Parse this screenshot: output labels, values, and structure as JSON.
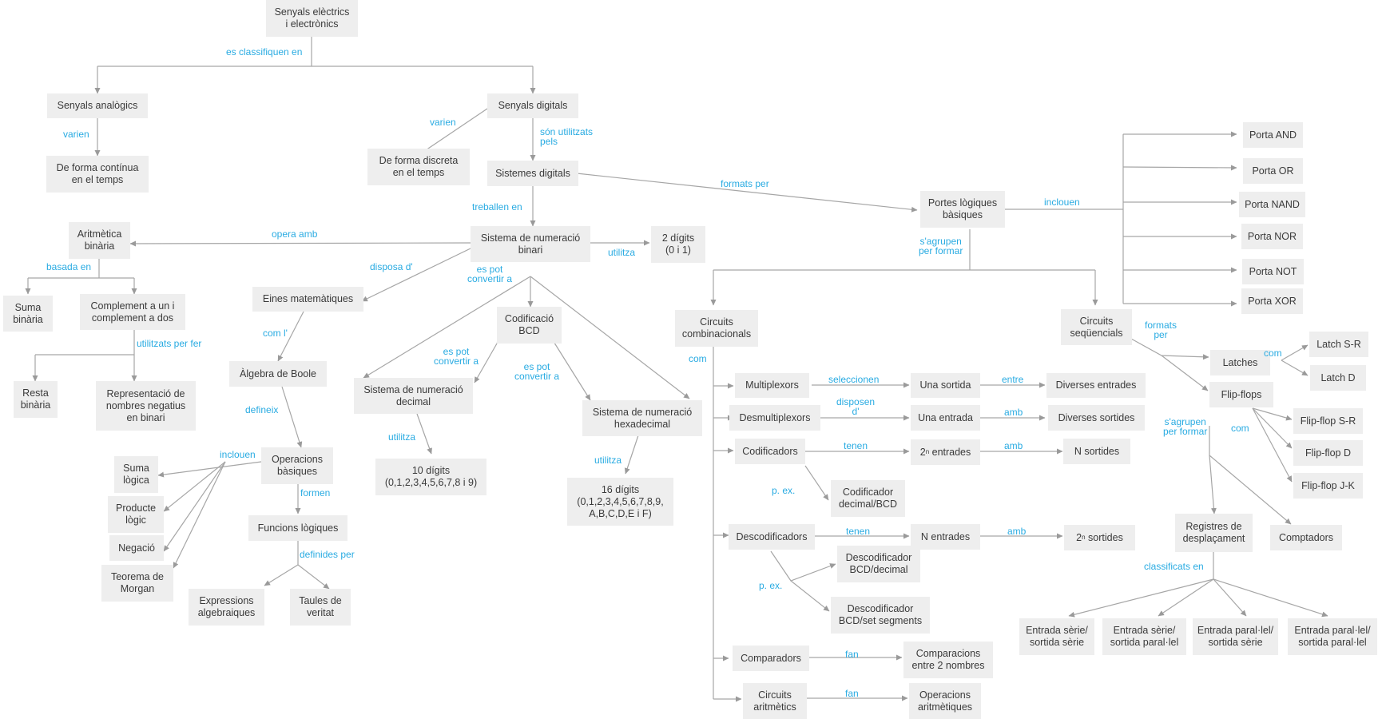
{
  "nodes": {
    "senyals": "Senyals elèctrics\ni electrònics",
    "analogics": "Senyals analògics",
    "digitals": "Senyals digitals",
    "continua": "De forma contínua\nen el temps",
    "discreta": "De forma discreta\nen el temps",
    "sistemes": "Sistemes digitals",
    "binari": "Sistema de numeració\nbinari",
    "dos_digits": "2 dígits\n(0 i 1)",
    "aritmetica": "Aritmètica\nbinària",
    "suma_bin": "Suma\nbinària",
    "complement": "Complement a un i\ncomplement a dos",
    "resta": "Resta\nbinària",
    "representacio": "Representació de\nnombres negatius\nen binari",
    "eines": "Eines matemàtiques",
    "boole": "Àlgebra de Boole",
    "operacions": "Operacions\nbàsiques",
    "suma_log": "Suma\nlògica",
    "producte": "Producte\nlògic",
    "negacio": "Negació",
    "morgan": "Teorema de\nMorgan",
    "funcions": "Funcions lògiques",
    "expressions": "Expressions\nalgebraiques",
    "taules": "Taules de\nveritat",
    "bcd": "Codificació\nBCD",
    "decimal": "Sistema de numeració\ndecimal",
    "deu": "10 dígits\n(0,1,2,3,4,5,6,7,8 i 9)",
    "hexa": "Sistema de numeració\nhexadecimal",
    "setze": "16 dígits\n(0,1,2,3,4,5,6,7,8,9,\nA,B,C,D,E i F)",
    "portes": "Portes lògiques\nbàsiques",
    "and": "Porta AND",
    "or": "Porta OR",
    "nand": "Porta NAND",
    "nor": "Porta NOR",
    "not": "Porta NOT",
    "xor": "Porta XOR",
    "combinacionals": "Circuits\ncombinacionals",
    "sequencials": "Circuits\nseqüencials",
    "multiplexors": "Multiplexors",
    "una_sortida": "Una sortida",
    "diverses_entrades": "Diverses entrades",
    "desmultiplexors": "Desmultiplexors",
    "una_entrada": "Una entrada",
    "diverses_sortides": "Diverses sortides",
    "codificadors": "Codificadors",
    "n_sortides": "N sortides",
    "codificador_bcd": "Codificador\ndecimal/BCD",
    "descodificadors": "Descodificadors",
    "n_entrades": "N entrades",
    "desc_decimal": "Descodificador\nBCD/decimal",
    "desc_set": "Descodificador\nBCD/set segments",
    "comparadors": "Comparadors",
    "comparacions": "Comparacions\nentre 2 nombres",
    "aritmetics": "Circuits\naritmètics",
    "op_aritm": "Operacions\naritmètiques",
    "latches": "Latches",
    "latch_sr": "Latch S-R",
    "latch_d": "Latch D",
    "flipflops": "Flip-flops",
    "ff_sr": "Flip-flop S-R",
    "ff_d": "Flip-flop D",
    "ff_jk": "Flip-flop J-K",
    "registres": "Registres de\ndesplaçament",
    "comptadors": "Comptadors",
    "ss": "Entrada sèrie/\nsortida sèrie",
    "sp": "Entrada sèrie/\nsortida paral·lel",
    "ps": "Entrada paral·lel/\nsortida sèrie",
    "pp": "Entrada paral·lel/\nsortida paral·lel"
  },
  "pow_nodes": {
    "dos_n_entrades": {
      "base": "2",
      "exp": "n",
      "rest": " entrades"
    },
    "dos_n_sortides": {
      "base": "2",
      "exp": "n",
      "rest": " sortides"
    }
  },
  "labels": {
    "classifiquen": "es classifiquen en",
    "varien1": "varien",
    "varien2": "varien",
    "utilitzats_pels": "són utilitzats\npels",
    "formats_per": "formats per",
    "treballen": "treballen en",
    "opera_amb": "opera amb",
    "utilitza1": "utilitza",
    "basada": "basada en",
    "utilitzats_fer": "utilitzats per fer",
    "disposa": "disposa d'",
    "es_pot1": "es pot\nconvertir a",
    "es_pot2": "es pot\nconvertir a",
    "es_pot3": "es pot\nconvertir a",
    "com_l": "com l'",
    "defineix": "defineix",
    "inclouen1": "inclouen",
    "formen": "formen",
    "definides": "definides per",
    "utilitza2": "utilitza",
    "utilitza3": "utilitza",
    "inclouen2": "inclouen",
    "sagrupen1": "s'agrupen\nper formar",
    "com1": "com",
    "seleccionen": "seleccionen",
    "entre": "entre",
    "disposen": "disposen\nd'",
    "amb1": "amb",
    "tenen1": "tenen",
    "amb2": "amb",
    "pex1": "p. ex.",
    "tenen2": "tenen",
    "amb3": "amb",
    "pex2": "p. ex.",
    "fan1": "fan",
    "fan2": "fan",
    "formats_per2": "formats\nper",
    "com2": "com",
    "sagrupen2": "s'agrupen\nper formar",
    "com3": "com",
    "classificats": "classificats en"
  }
}
